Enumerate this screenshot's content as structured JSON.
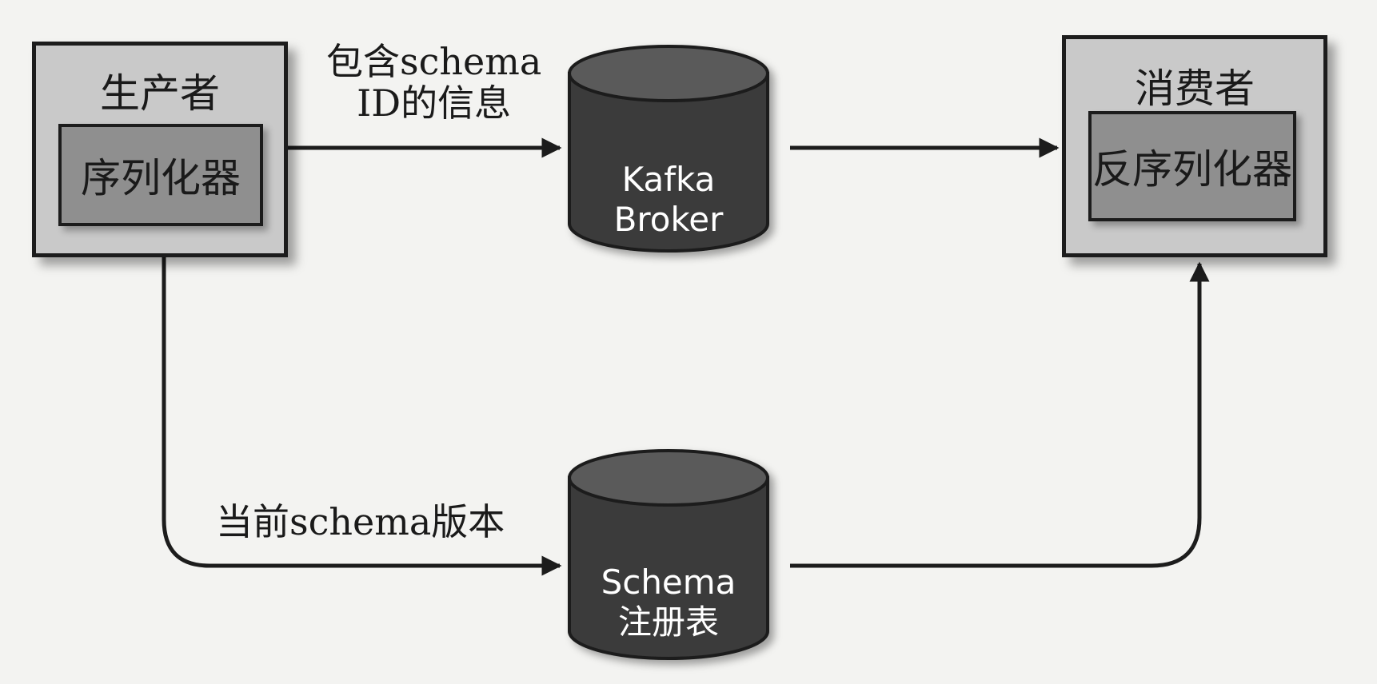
{
  "producer": {
    "title": "生产者",
    "component": "序列化器"
  },
  "consumer": {
    "title": "消费者",
    "component": "反序列化器"
  },
  "kafka": {
    "line1": "Kafka",
    "line2": "Broker"
  },
  "registry": {
    "line1": "Schema",
    "line2": "注册表"
  },
  "edges": {
    "message_label_line1": "包含schema",
    "message_label_line2": "ID的信息",
    "version_label": "当前schema版本"
  },
  "colors": {
    "box_fill": "#c9c9c9",
    "inner_fill": "#8f8f8f",
    "cylinder_fill": "#3a3a3a",
    "cylinder_top": "#5a5a5a",
    "stroke": "#1c1c1c"
  }
}
